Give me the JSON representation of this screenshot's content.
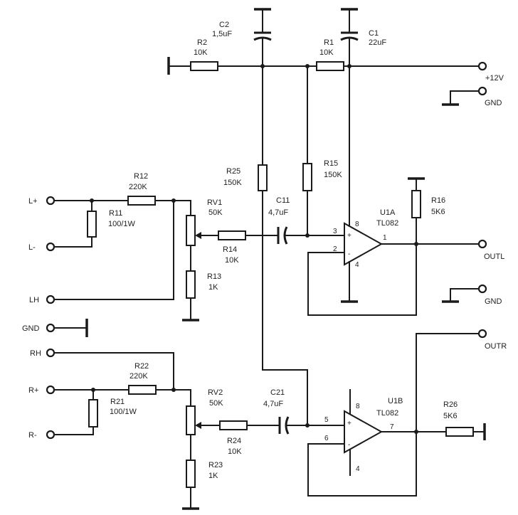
{
  "components": {
    "c2": {
      "ref": "C2",
      "value": "1,5uF"
    },
    "r2": {
      "ref": "R2",
      "value": "10K"
    },
    "r1": {
      "ref": "R1",
      "value": "10K"
    },
    "c1": {
      "ref": "C1",
      "value": "22uF"
    },
    "r25": {
      "ref": "R25",
      "value": "150K"
    },
    "r15": {
      "ref": "R15",
      "value": "150K"
    },
    "r12": {
      "ref": "R12",
      "value": "220K"
    },
    "r11": {
      "ref": "R11",
      "value": "100/1W"
    },
    "rv1": {
      "ref": "RV1",
      "value": "50K"
    },
    "r14": {
      "ref": "R14",
      "value": "10K"
    },
    "c11": {
      "ref": "C11",
      "value": "4,7uF"
    },
    "r13": {
      "ref": "R13",
      "value": "1K"
    },
    "u1a": {
      "ref": "U1A",
      "value": "TL082"
    },
    "r16": {
      "ref": "R16",
      "value": "5K6"
    },
    "r22": {
      "ref": "R22",
      "value": "220K"
    },
    "r21": {
      "ref": "R21",
      "value": "100/1W"
    },
    "rv2": {
      "ref": "RV2",
      "value": "50K"
    },
    "r24": {
      "ref": "R24",
      "value": "10K"
    },
    "c21": {
      "ref": "C21",
      "value": "4,7uF"
    },
    "r23": {
      "ref": "R23",
      "value": "1K"
    },
    "u1b": {
      "ref": "U1B",
      "value": "TL082"
    },
    "r26": {
      "ref": "R26",
      "value": "5K6"
    }
  },
  "terminals": {
    "v12": "+12V",
    "gnd_top": "GND",
    "l_plus": "L+",
    "l_minus": "L-",
    "lh": "LH",
    "gnd_left": "GND",
    "outl": "OUTL",
    "gnd_right": "GND",
    "outr": "OUTR",
    "rh": "RH",
    "r_plus": "R+",
    "r_minus": "R-"
  },
  "pins": {
    "u1a": {
      "in_plus": "3",
      "in_minus": "2",
      "v_plus": "8",
      "v_minus": "4",
      "out": "1"
    },
    "u1b": {
      "in_plus": "5",
      "in_minus": "6",
      "v_plus": "8",
      "v_minus": "4",
      "out": "7"
    }
  },
  "polarity": {
    "plus": "+",
    "minus": "-"
  }
}
